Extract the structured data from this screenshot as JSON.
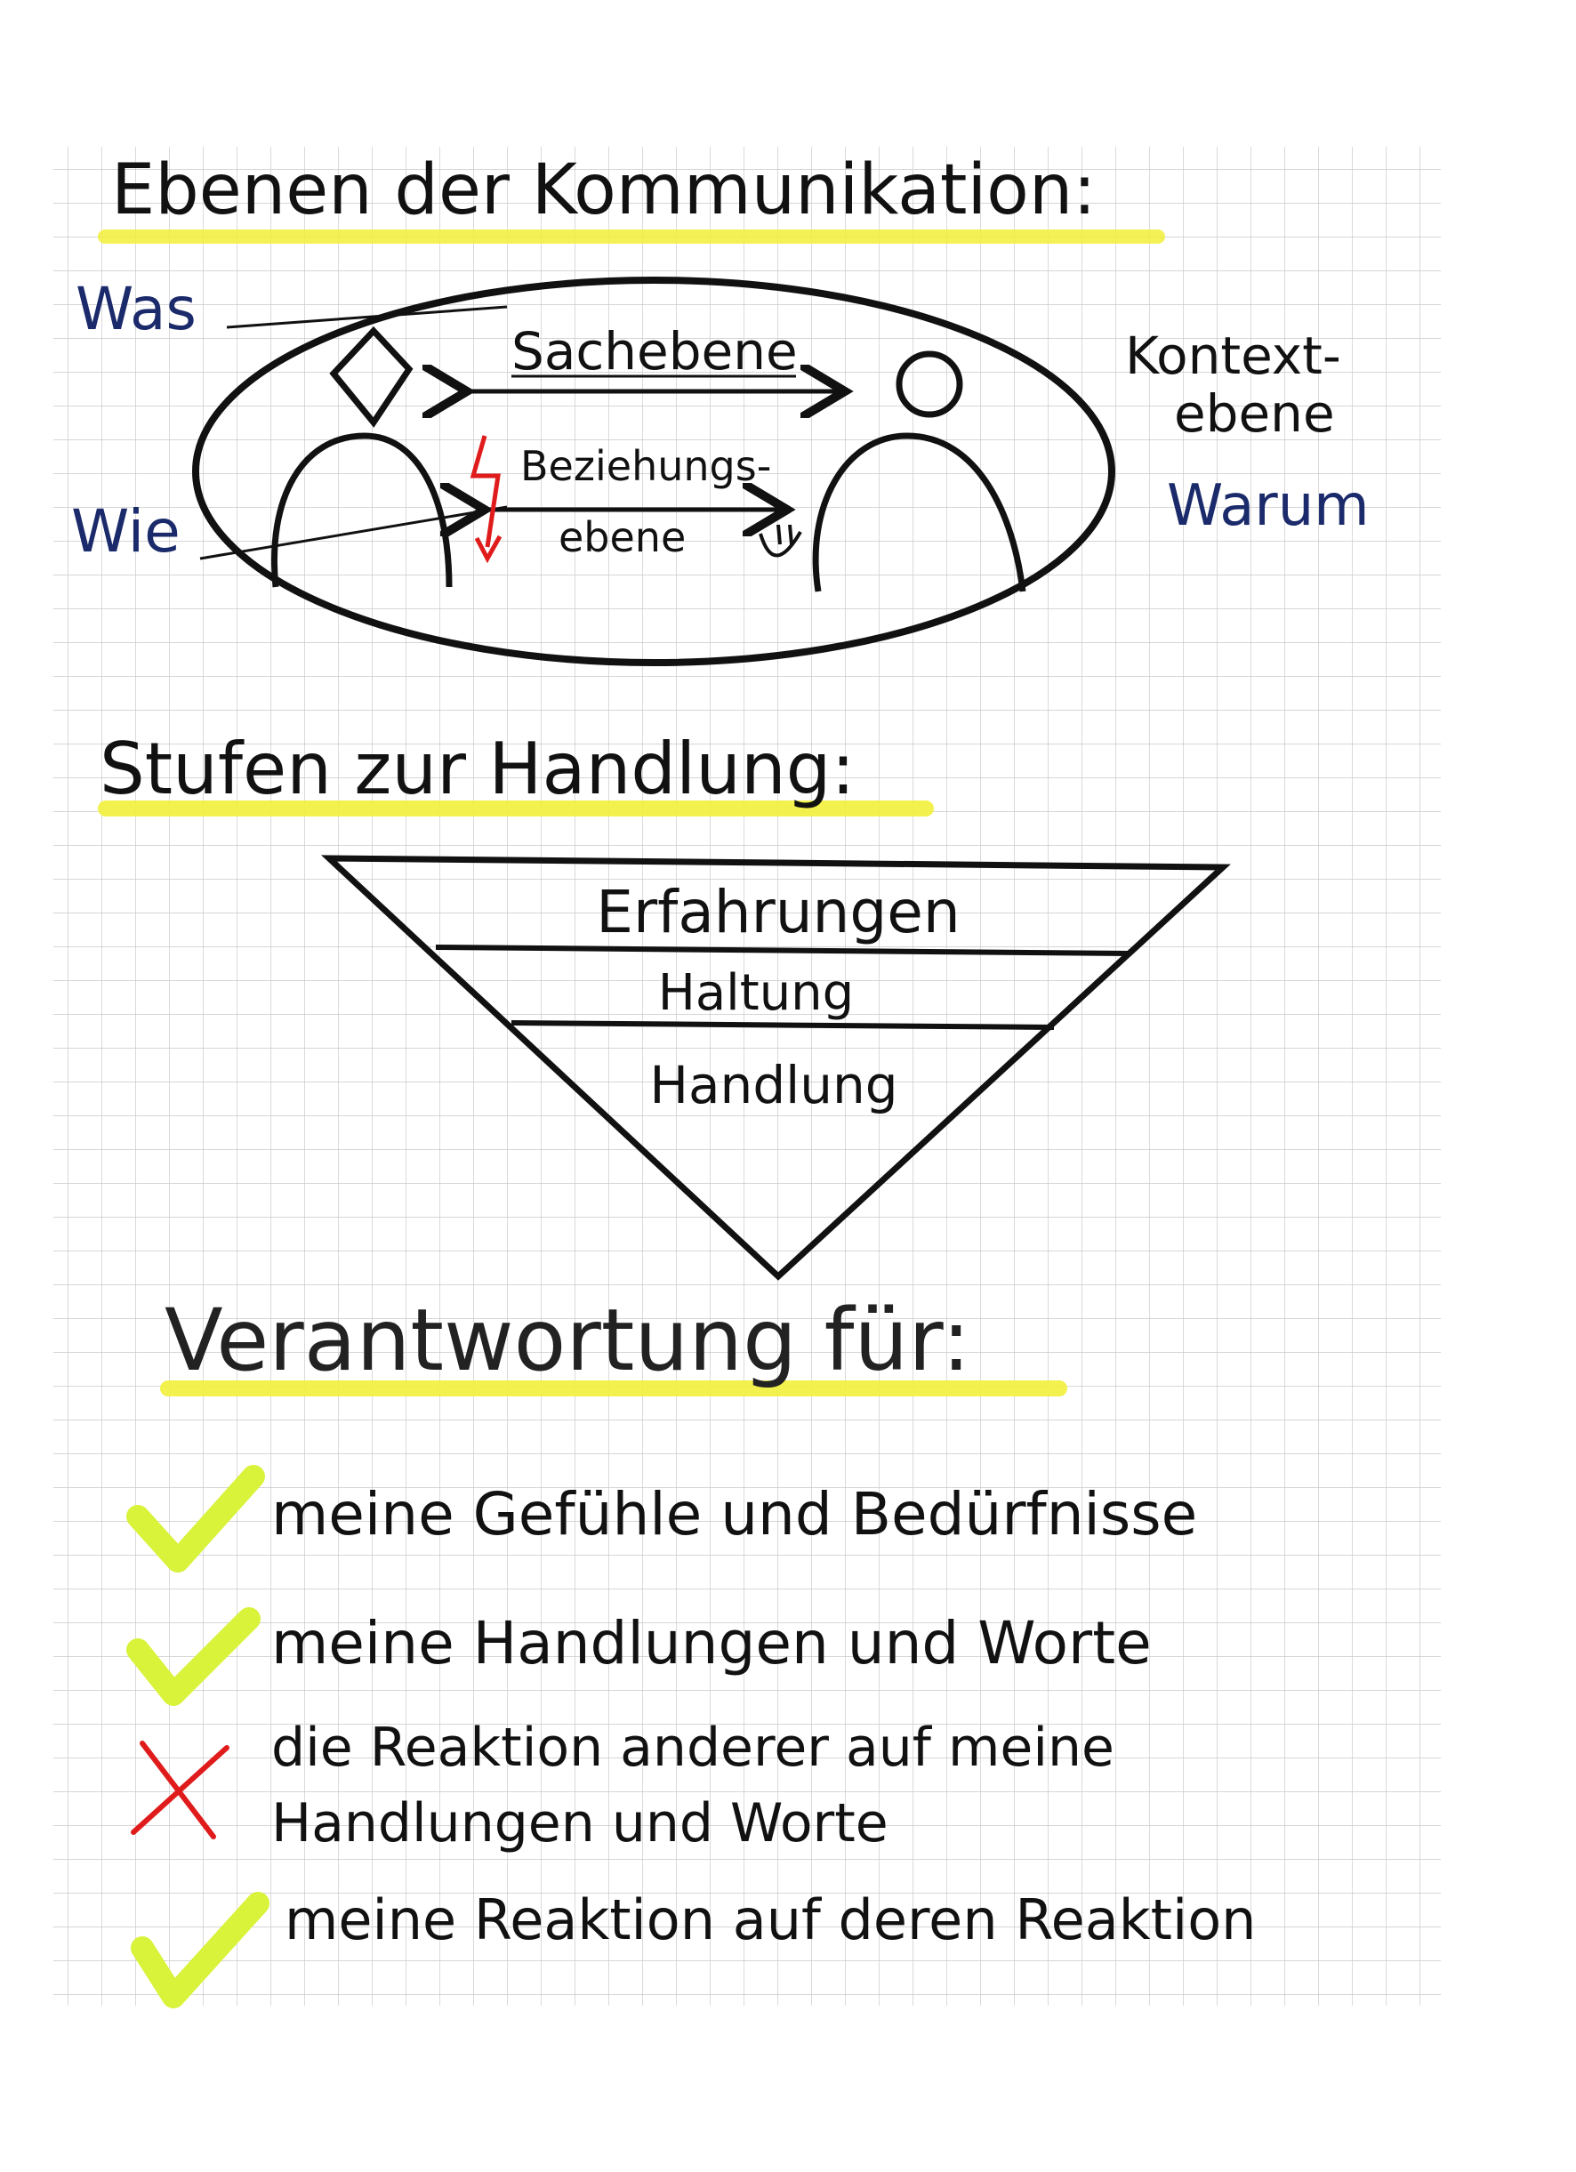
{
  "sections": {
    "communication": {
      "title": "Ebenen der Kommunikation:",
      "label_was": "Was",
      "label_wie": "Wie",
      "context_line1": "Kontext-",
      "context_line2": "ebene",
      "label_warum": "Warum",
      "sachebene": "Sachebene",
      "beziehung_line1": "Beziehungs-",
      "beziehung_line2": "ebene"
    },
    "action_levels": {
      "title": "Stufen zur Handlung:",
      "levels": [
        "Erfahrungen",
        "Haltung",
        "Handlung"
      ]
    },
    "responsibility": {
      "title": "Verantwortung für:",
      "items": [
        {
          "mark": "check",
          "line1": "meine Gefühle und Bedürfnisse",
          "line2": ""
        },
        {
          "mark": "check",
          "line1": "meine Handlungen und Worte",
          "line2": ""
        },
        {
          "mark": "cross",
          "line1": "die Reaktion anderer auf meine",
          "line2": "Handlungen und Worte"
        },
        {
          "mark": "check",
          "line1": "meine Reaktion auf deren Reaktion",
          "line2": ""
        }
      ]
    }
  },
  "colors": {
    "ink": "#111111",
    "blue_ink": "#1b2a6b",
    "highlighter": "#f2ef3a",
    "check_green": "#d9f23a",
    "red": "#e01b1b",
    "grid": "#c9c9c9"
  }
}
